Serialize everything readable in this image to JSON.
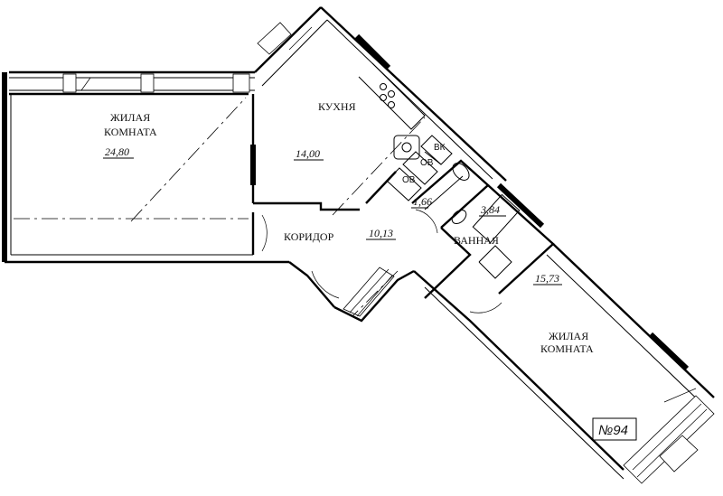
{
  "rooms": {
    "living_left": {
      "label_line1": "ЖИЛАЯ",
      "label_line2": "КОМНАТА",
      "area": "24,80"
    },
    "kitchen": {
      "label": "КУХНЯ",
      "area": "14,00"
    },
    "corridor": {
      "label": "КОРИДОР",
      "area": "10,13"
    },
    "wc": {
      "area": "1,66"
    },
    "bathroom": {
      "label": "ВАННАЯ",
      "area": "3,84"
    },
    "living_right": {
      "label_line1": "ЖИЛАЯ",
      "label_line2": "КОМНАТА",
      "area": "15,73"
    }
  },
  "shafts": {
    "vk": "ВК",
    "ov1": "ОВ",
    "ov2": "ОВ"
  },
  "apartment": {
    "number": "№94"
  }
}
